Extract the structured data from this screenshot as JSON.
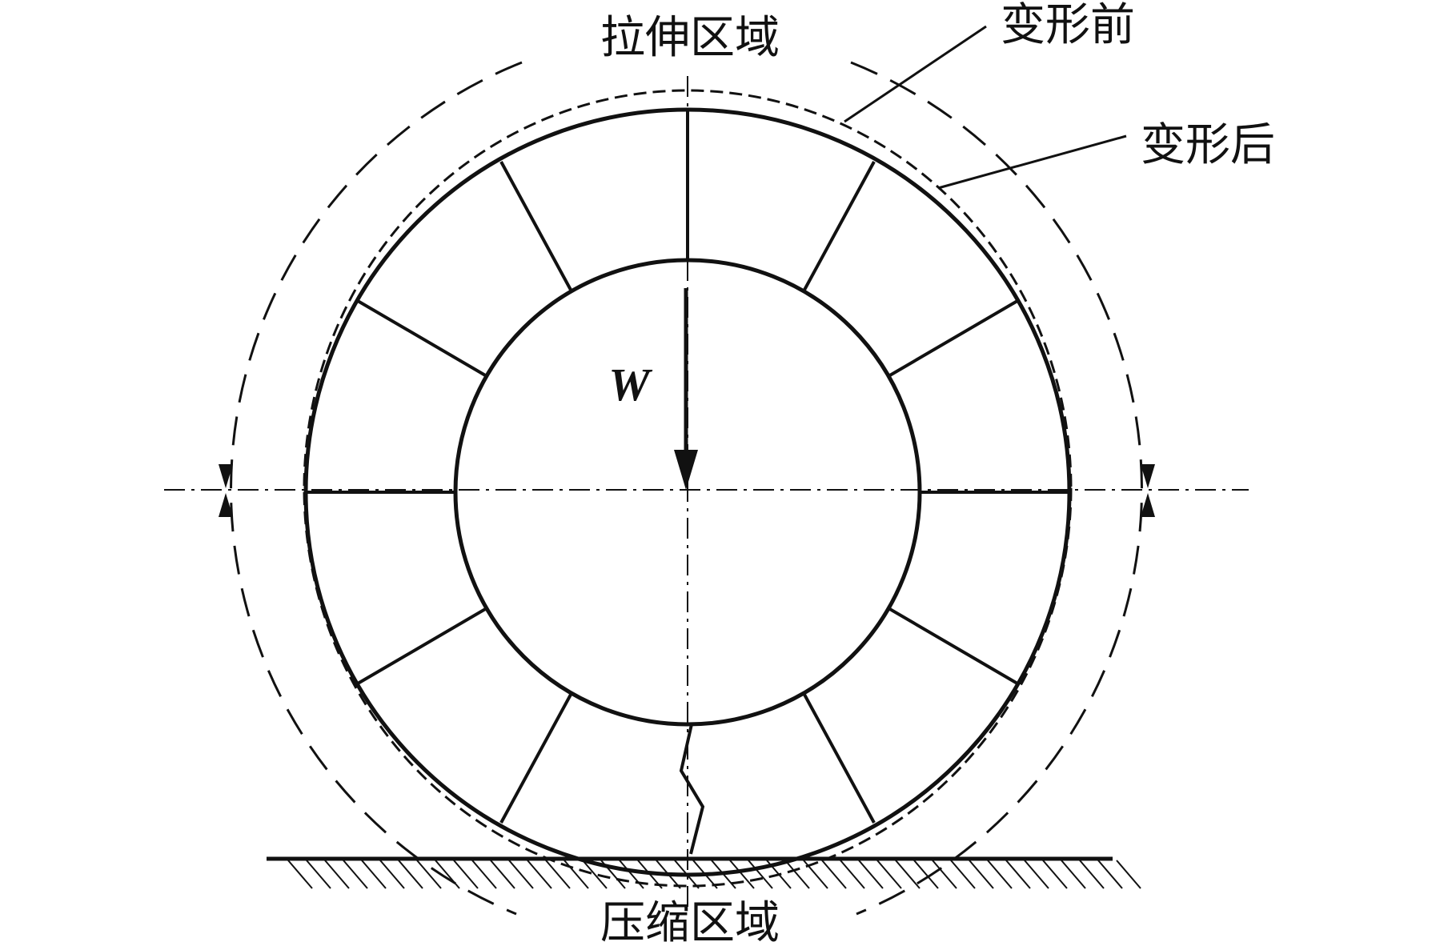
{
  "labels": {
    "top_zone": "拉伸区域",
    "bottom_zone": "压缩区域",
    "before_deform": "变形前",
    "after_deform": "变形后",
    "load": "W"
  },
  "colors": {
    "line": "#111111",
    "background": "#ffffff"
  }
}
